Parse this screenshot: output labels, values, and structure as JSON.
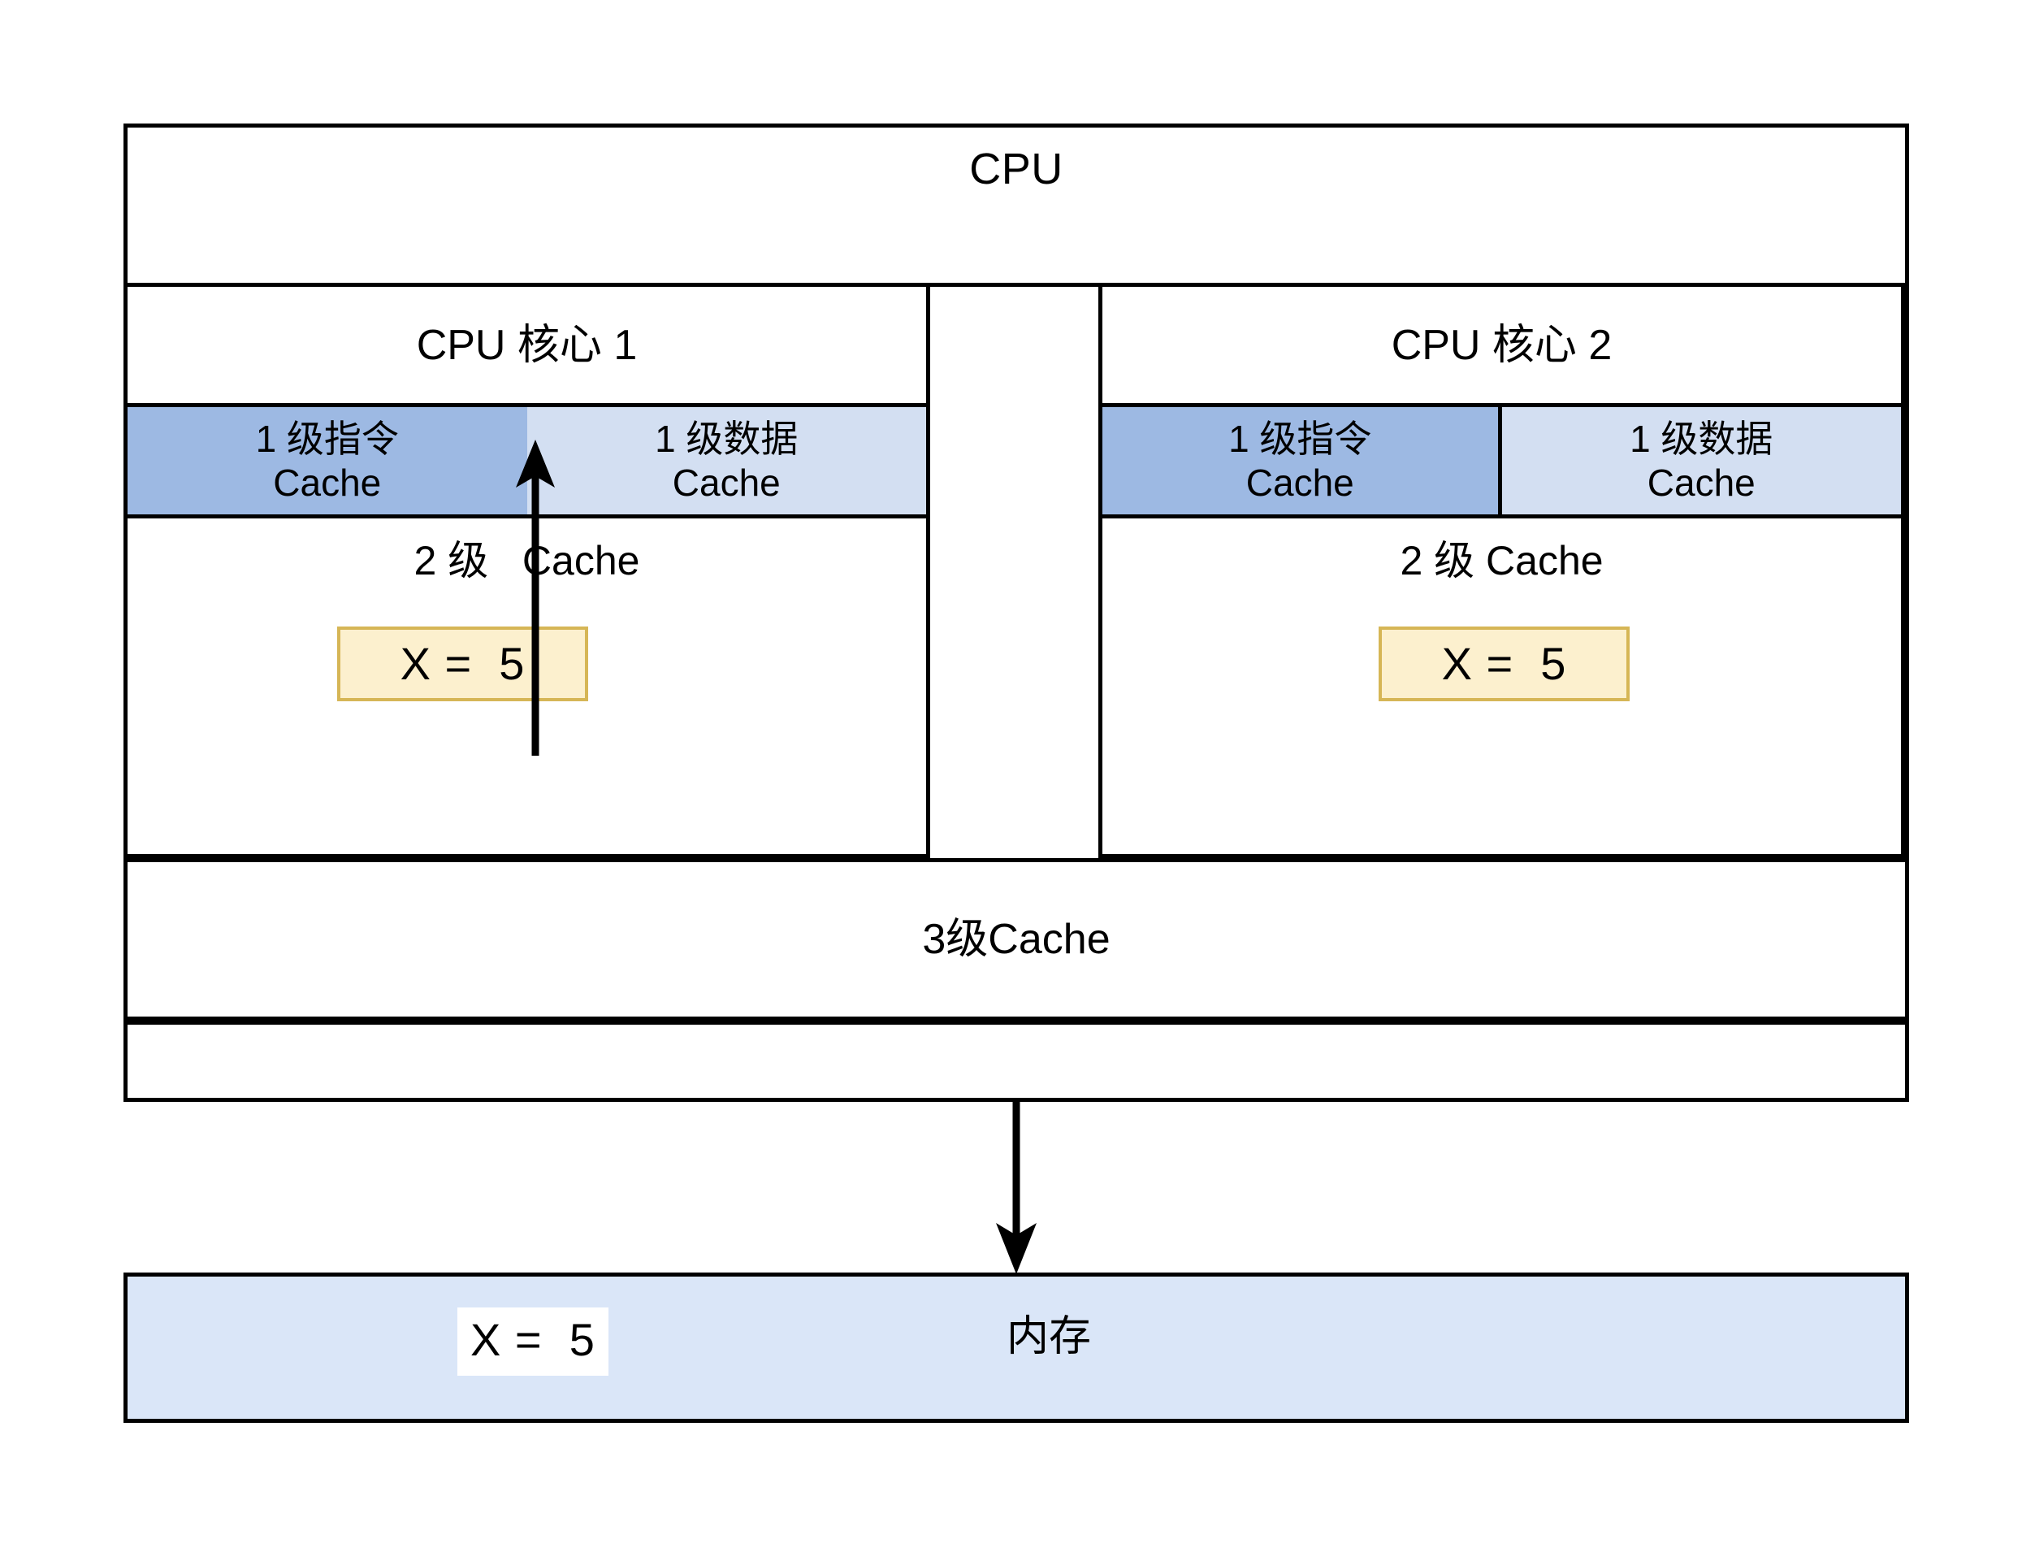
{
  "diagram": {
    "title": "CPU",
    "cpu": {
      "label": "CPU",
      "cores": [
        {
          "name": "CPU 核心 1",
          "l1_instruction": {
            "line1": "1 级指令",
            "line2": "Cache"
          },
          "l1_data": {
            "line1": "1 级数据",
            "line2": "Cache"
          },
          "l2_label": "2 级   Cache",
          "cached_value": "X =  5"
        },
        {
          "name": "CPU 核心 2",
          "l1_instruction": {
            "line1": "1 级指令",
            "line2": "Cache"
          },
          "l1_data": {
            "line1": "1 级数据",
            "line2": "Cache"
          },
          "l2_label": "2 级 Cache",
          "cached_value": "X =  5"
        }
      ],
      "l3_label": "3级Cache"
    },
    "memory": {
      "label": "内存",
      "value": "X =  5"
    },
    "colors": {
      "l1_instruction_fill": "#9DB9E3",
      "l1_data_fill": "#D3DFF2",
      "memory_fill": "#DAE6F8",
      "value_box_fill": "#FCF0CE",
      "value_box_border": "#D6B656",
      "stroke": "#000000",
      "page_background": "#FFFFFF"
    },
    "arrows": [
      {
        "name": "l2-to-l1-instruction-arrow",
        "direction": "up"
      },
      {
        "name": "cpu-to-memory-arrow",
        "direction": "down"
      }
    ]
  }
}
